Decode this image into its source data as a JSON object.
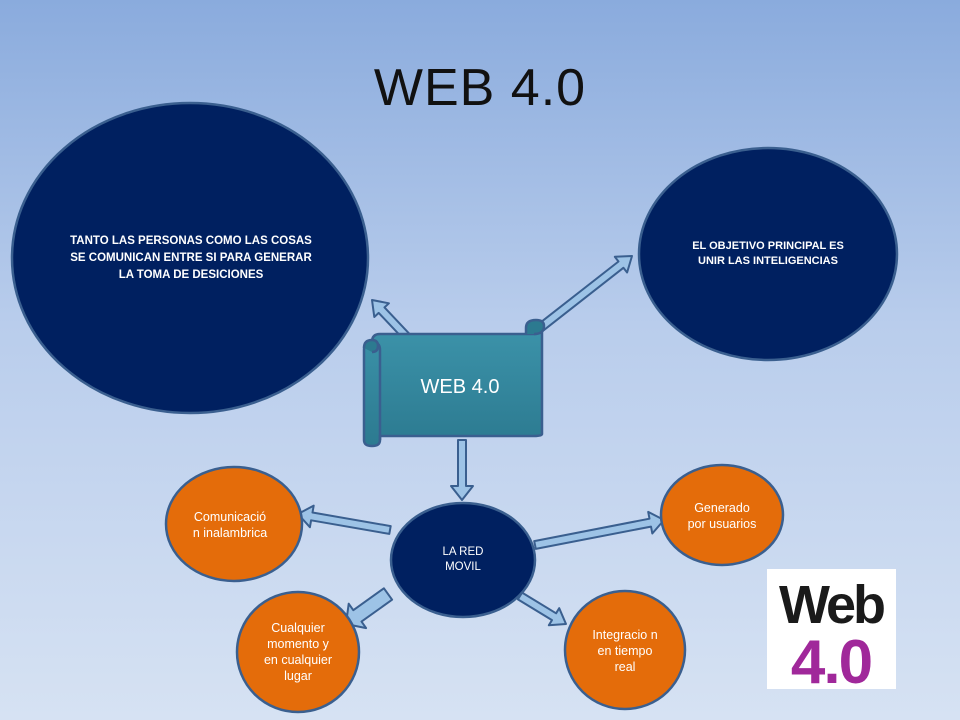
{
  "title": "WEB 4.0",
  "center_scroll": "WEB 4.0",
  "nodes": {
    "personas": "TANTO LAS PERSONAS COMO LAS COSAS SE COMUNICAN ENTRE SI PARA GENERAR LA TOMA DE DESICIONES",
    "objetivo": "EL OBJETIVO PRINCIPAL ES UNIR LAS INTELIGENCIAS",
    "red_movil": "LA RED MOVIL",
    "comunicacion": "Comunicació n inalambrica",
    "generado": "Generado por usuarios",
    "cualquier": "Cualquier momento y en cualquier lugar",
    "integracion": "Integracio n en tiempo real"
  },
  "logo": {
    "line1": "Web",
    "line2": "4.0"
  },
  "colors": {
    "navy": "#002060",
    "orange": "#e46c0a",
    "teal": "#31849b",
    "arrow_fill": "#9dc3e6",
    "stroke": "#3a5f8f",
    "logo_black": "#1a1a1a",
    "logo_purple": "#a0289a"
  }
}
